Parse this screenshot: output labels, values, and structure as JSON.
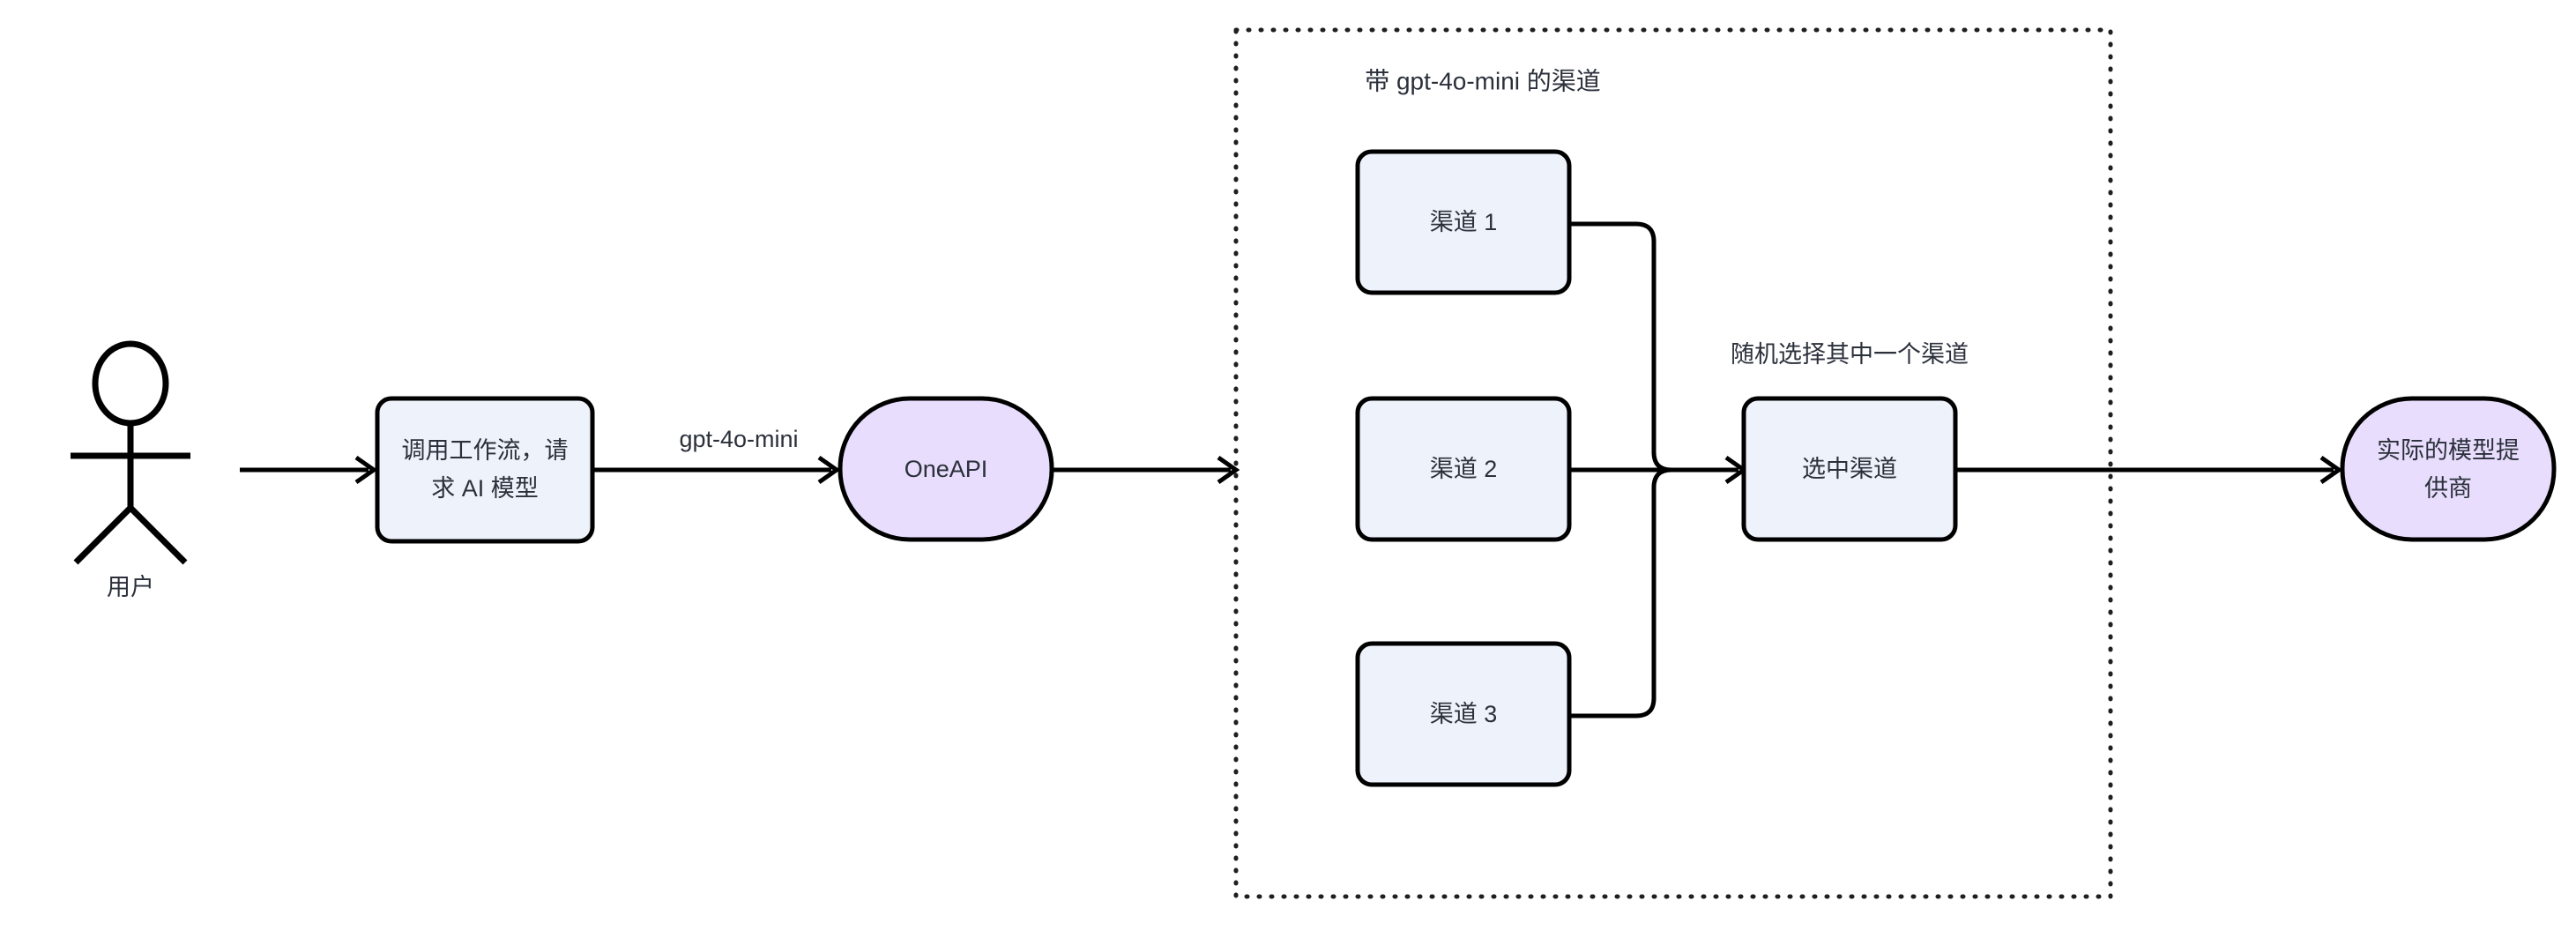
{
  "diagram": {
    "title_not_rendered": "",
    "background": "#ffffff",
    "colors": {
      "process_fill": "#eef2fb",
      "endpoint_fill": "#e8ddfc",
      "stroke": "#000000",
      "text": "#2b303b",
      "container_stroke": "#1f1f1f"
    }
  },
  "actor": {
    "name": "user-actor",
    "label": "用户"
  },
  "nodes": {
    "workflow": {
      "label_line1": "调用工作流，请",
      "label_line2": "求 AI 模型",
      "shape": "rounded-rect",
      "fill": "#eef2fb"
    },
    "oneapi": {
      "label": "OneAPI",
      "shape": "stadium",
      "fill": "#e8ddfc"
    },
    "channel1": {
      "label": "渠道 1",
      "shape": "rounded-rect",
      "fill": "#eef2fb"
    },
    "channel2": {
      "label": "渠道 2",
      "shape": "rounded-rect",
      "fill": "#eef2fb"
    },
    "channel3": {
      "label": "渠道 3",
      "shape": "rounded-rect",
      "fill": "#eef2fb"
    },
    "selected_channel": {
      "label": "选中渠道",
      "shape": "rounded-rect",
      "fill": "#eef2fb"
    },
    "provider": {
      "label_line1": "实际的模型提",
      "label_line2": "供商",
      "shape": "stadium",
      "fill": "#e8ddfc"
    }
  },
  "group": {
    "label": "带 gpt-4o-mini 的渠道",
    "border_style": "dotted"
  },
  "edge_labels": {
    "model_name": "gpt-4o-mini",
    "random_pick": "随机选择其中一个渠道"
  },
  "edges": [
    {
      "name": "actor-to-workflow",
      "from": "actor",
      "to": "workflow",
      "label": ""
    },
    {
      "name": "workflow-to-oneapi",
      "from": "workflow",
      "to": "oneapi",
      "label": "gpt-4o-mini"
    },
    {
      "name": "oneapi-to-group",
      "from": "oneapi",
      "to": "group",
      "label": ""
    },
    {
      "name": "channel1-to-selected",
      "from": "channel1",
      "to": "selected_channel",
      "label": ""
    },
    {
      "name": "channel2-to-selected",
      "from": "channel2",
      "to": "selected_channel",
      "label": ""
    },
    {
      "name": "channel3-to-selected",
      "from": "channel3",
      "to": "selected_channel",
      "label": ""
    },
    {
      "name": "selected-to-provider",
      "from": "selected_channel",
      "to": "provider",
      "label": ""
    }
  ]
}
